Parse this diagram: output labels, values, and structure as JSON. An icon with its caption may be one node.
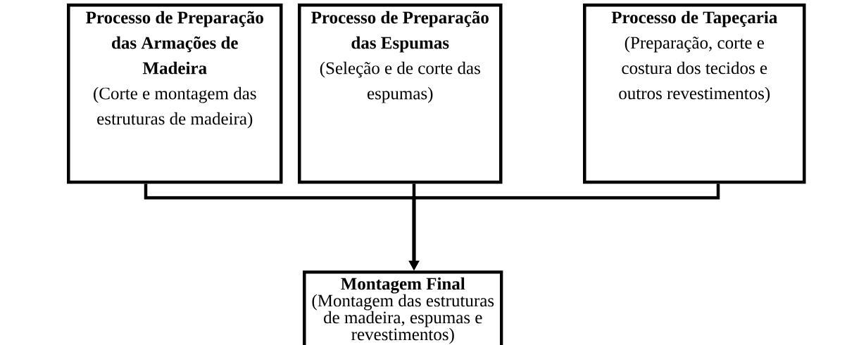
{
  "diagram": {
    "nodes": [
      {
        "text": [
          "Processo de Preparação das Armações de Madeira",
          "(Corte e montagem das estruturas de madeira)"
        ]
      },
      {
        "text": [
          "Processo de Preparação das Espumas",
          "(Seleção e de corte das espumas)"
        ]
      },
      {
        "text": [
          "Processo de Tapeçaria",
          "(Preparação, corte e costura dos tecidos e outros revestimentos)"
        ]
      },
      {
        "text": [
          "Montagem Final",
          "(Montagem das estruturas de madeira, espumas e revestimentos)"
        ]
      }
    ],
    "edges": [
      {
        "from": 0,
        "to": 3,
        "arrow": "to"
      },
      {
        "from": 1,
        "to": 3,
        "arrow": "to"
      },
      {
        "from": 2,
        "to": 3,
        "arrow": "to"
      }
    ]
  }
}
